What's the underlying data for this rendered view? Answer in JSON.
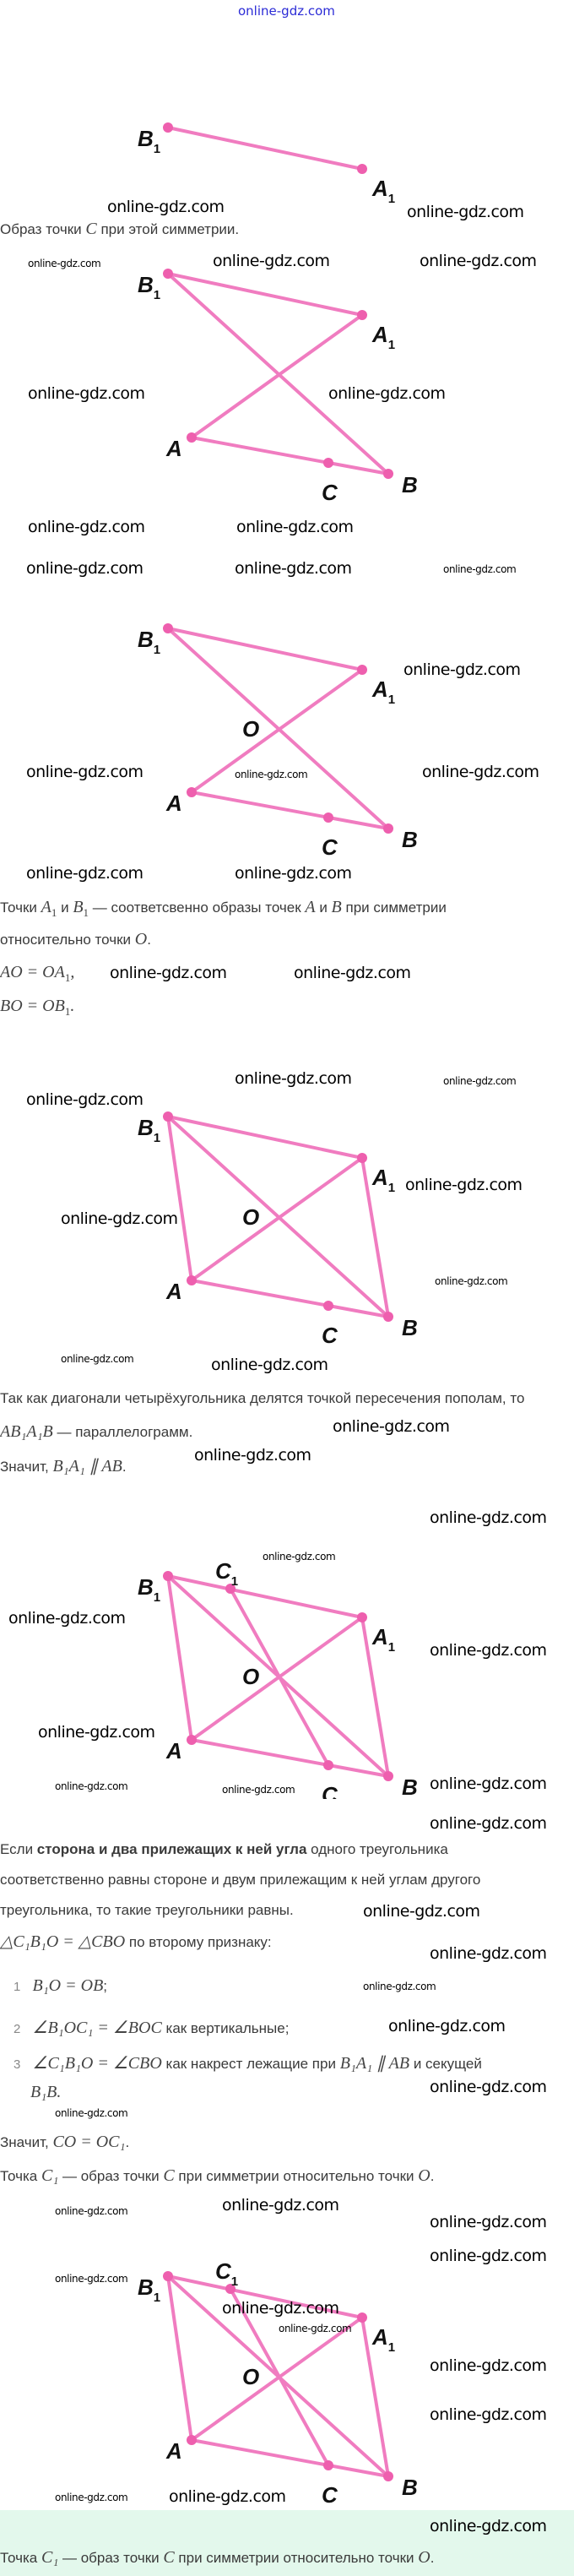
{
  "logo": "online-gdz.com",
  "watermark": "online-gdz.com",
  "colors": {
    "line": "#f07cc0",
    "point": "#ee5fae",
    "highlight_bg": "#e3f8ec"
  },
  "diagrams": [
    {
      "points": [
        "B1",
        "A1"
      ],
      "lines": [
        [
          "B1",
          "A1"
        ]
      ],
      "show_o": false
    },
    {
      "points": [
        "B1",
        "A1",
        "A",
        "C",
        "B"
      ],
      "lines": [
        [
          "B1",
          "A1"
        ],
        [
          "B1",
          "B"
        ],
        [
          "A1",
          "A"
        ],
        [
          "A",
          "B"
        ]
      ],
      "show_o": false
    },
    {
      "points": [
        "B1",
        "A1",
        "A",
        "C",
        "B"
      ],
      "lines": [
        [
          "B1",
          "A1"
        ],
        [
          "B1",
          "B"
        ],
        [
          "A1",
          "A"
        ],
        [
          "A",
          "B"
        ]
      ],
      "show_o": true
    },
    {
      "points": [
        "B1",
        "A1",
        "A",
        "C",
        "B"
      ],
      "lines": [
        [
          "B1",
          "A1"
        ],
        [
          "A1",
          "B"
        ],
        [
          "B",
          "A"
        ],
        [
          "A",
          "B1"
        ],
        [
          "B1",
          "B"
        ],
        [
          "A",
          "A1"
        ]
      ],
      "show_o": true
    },
    {
      "points": [
        "B1",
        "C1",
        "A1",
        "A",
        "C",
        "B"
      ],
      "lines": [
        [
          "B1",
          "A1"
        ],
        [
          "A1",
          "B"
        ],
        [
          "B",
          "A"
        ],
        [
          "A",
          "B1"
        ],
        [
          "B1",
          "B"
        ],
        [
          "A",
          "A1"
        ],
        [
          "C1",
          "C"
        ]
      ],
      "show_o": true
    },
    {
      "points": [
        "B1",
        "C1",
        "A1",
        "A",
        "C",
        "B"
      ],
      "lines": [
        [
          "B1",
          "A1"
        ],
        [
          "A1",
          "B"
        ],
        [
          "B",
          "A"
        ],
        [
          "A",
          "B1"
        ],
        [
          "B1",
          "B"
        ],
        [
          "A",
          "A1"
        ],
        [
          "C1",
          "C"
        ]
      ],
      "show_o": true
    }
  ],
  "o_label": "O",
  "text": {
    "p1": {
      "a": "Образ точки ",
      "m1": "C",
      "b": " при этой симметрии."
    },
    "p2": {
      "a": "Точки ",
      "m1": "A",
      "m1s": "1",
      "b": " и ",
      "m2": "B",
      "m2s": "1",
      "c": " — соответсвенно образы точек ",
      "m3": "A",
      "d": " и ",
      "m4": "B",
      "e": " при симметрии"
    },
    "p2b": {
      "a": "относительно точки ",
      "m1": "O",
      "b": "."
    },
    "eq1": {
      "m": "AO = OA",
      "s": "1",
      "t": ","
    },
    "eq2": {
      "m": "BO = OB",
      "s": "1",
      "t": "."
    },
    "p3": "Так как диагонали четырёхугольника делятся точкой пересечения пополам, то",
    "p3b": {
      "m": "AB₁A₁B",
      "t": " — параллелограмм."
    },
    "p3c": {
      "a": "Значит, ",
      "m": "B₁A₁ ∥ AB",
      "t": "."
    },
    "p4a": {
      "a": "Если ",
      "bold": "сторона и два прилежащих к ней угла",
      "b": " одного треугольника"
    },
    "p4b": "соответственно равны стороне и двум прилежащим к ней углам другого",
    "p4c": "треугольника, то такие треугольники равны.",
    "p5": {
      "m": "△C₁B₁O = △CBO",
      "t": " по второму признаку:"
    },
    "items": [
      {
        "n": "1",
        "m": "B₁O = OB",
        "t": ";"
      },
      {
        "n": "2",
        "m": "∠B₁OC₁ = ∠BOC",
        "t": " как вертикальные;"
      },
      {
        "n": "3",
        "m": "∠C₁B₁O = ∠CBO",
        "t": " как накрест лежащие при ",
        "m2": "B₁A₁ ∥ AB",
        "t2": " и секущей",
        "cont": "B₁B."
      }
    ],
    "p6": {
      "a": "Значит, ",
      "m": "CO = OC₁",
      "t": "."
    },
    "p7": {
      "a": "Точка ",
      "m1": "C₁",
      "b": " — образ точки ",
      "m2": "C",
      "c": " при симметрии относительно точки ",
      "m3": "O",
      "d": "."
    },
    "answer": {
      "a": "Точка ",
      "m1": "C₁",
      "b": " — образ точки ",
      "m2": "C",
      "c": " при симметрии относительно точки ",
      "m3": "O",
      "d": "."
    }
  }
}
